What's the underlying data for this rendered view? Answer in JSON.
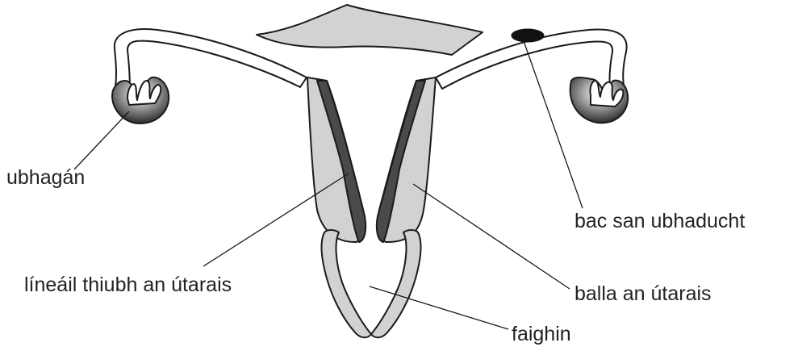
{
  "labels": {
    "ovary": "ubhagán",
    "endometrium": "líneáil thiubh an útarais",
    "blocked_tube": "bac san ubhaducht",
    "uterine_wall": "balla an útarais",
    "vagina": "faighin"
  },
  "colors": {
    "fill_light": "#d2d2d2",
    "fill_dark": "#4a4a4a",
    "fill_black": "#111111",
    "outline": "#1a1a1a",
    "background": "#ffffff"
  }
}
